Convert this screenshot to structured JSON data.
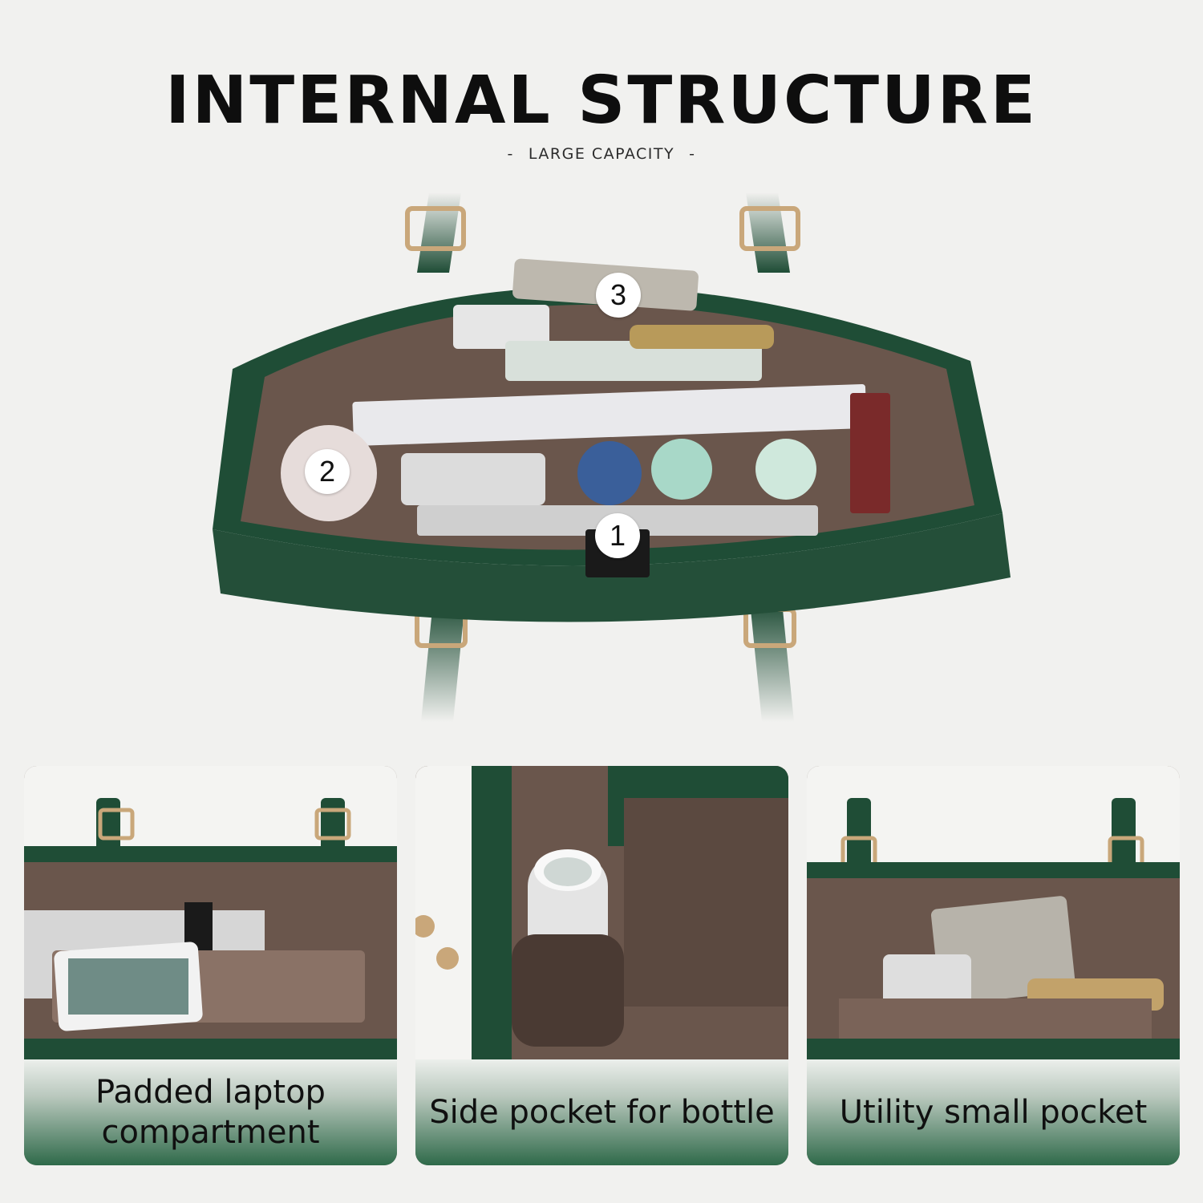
{
  "header": {
    "title": "INTERNAL STRUCTURE",
    "subtitle": "LARGE CAPACITY",
    "subtitle_dash": "-"
  },
  "hero": {
    "markers": [
      "1",
      "2",
      "3"
    ]
  },
  "features": [
    {
      "caption": "Padded laptop compartment"
    },
    {
      "caption": "Side pocket for bottle"
    },
    {
      "caption": "Utility small pocket"
    }
  ],
  "colors": {
    "background": "#f1f1ef",
    "bag_green": "#1f4d36",
    "lining_brown": "#6a564c",
    "caption_gradient_end": "#2f6a4a"
  }
}
